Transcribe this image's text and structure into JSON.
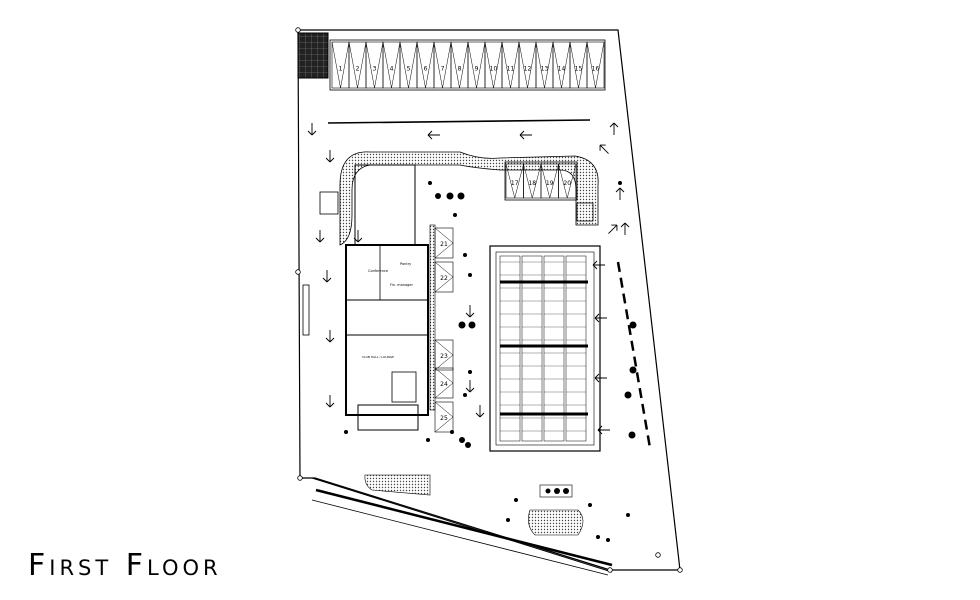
{
  "title": "First Floor",
  "parking_numbers_top": [
    "1",
    "2",
    "3",
    "4",
    "5",
    "6",
    "7",
    "8",
    "9",
    "10",
    "11",
    "12",
    "13",
    "14",
    "15",
    "16"
  ],
  "parking_numbers_mid": [
    "17",
    "18",
    "19",
    "20"
  ],
  "parking_numbers_side": [
    "21",
    "22",
    "23",
    "24",
    "25"
  ],
  "room_labels": {
    "conference": "Conference",
    "pantry": "Pantry",
    "manager": "Fin. manager",
    "club": "CLUB HALL / LOUNGE"
  },
  "colors": {
    "line": "#000000",
    "hatch": "#555555",
    "background": "#ffffff"
  }
}
